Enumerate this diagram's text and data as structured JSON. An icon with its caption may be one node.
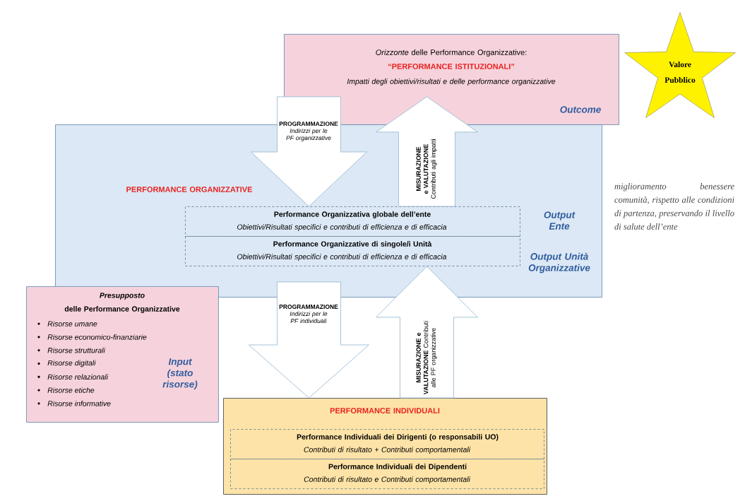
{
  "diagram": {
    "nodes": [
      {
        "text": [
          "*Orizzonte* delle Performance Organizzative:",
          "“PERFORMANCE ISTITUZIONALI”",
          "Impatti degli obiettivi/risultati e delle performance organizzative",
          "Outcome"
        ]
      },
      {
        "text": [
          "PERFORMANCE ORGANIZZATIVE"
        ]
      },
      {
        "text": [
          "Performance Organizzativa globale dell’ente",
          "Obiettivi/Risultati specifici e contributi di efficienza e di efficacia"
        ],
        "in": 1,
        "beside": [
          "Output Ente"
        ]
      },
      {
        "text": [
          "Performance Organizzative di singole/i Unità",
          "Obiettivi/Risultati specifici e contributi di efficienza e di efficacia"
        ],
        "in": 1,
        "beside": [
          "Output Unità Organizzative"
        ]
      },
      {
        "text": [
          "Presupposto",
          "delle Performance Organizzative",
          "Risorse umane",
          "Risorse economico-finanziarie",
          "Risorse strutturali",
          "Risorse digitali",
          "Risorse relazionali",
          "Risorse etiche",
          "Risorse informative",
          "Input (stato risorse)"
        ]
      },
      {
        "text": [
          "PERFORMANCE INDIVIDUALI"
        ]
      },
      {
        "text": [
          "Performance Individuali dei Dirigenti (o responsabili UO)",
          "Contributi di risultato + Contributi comportamentali"
        ],
        "in": 5
      },
      {
        "text": [
          "Performance Individuali dei Dipendenti",
          "Contributi di risultato e Contributi comportamentali"
        ],
        "in": 5
      },
      {
        "text": [
          "Valore Pubblico"
        ]
      }
    ],
    "edges": [
      {
        "from": 0,
        "to": 2,
        "arrow": "to",
        "label": "**PROGRAMMAZIONE** *Indirizzi per le PF organizzative*"
      },
      {
        "from": 2,
        "to": 0,
        "arrow": "to",
        "label": "**MISURAZIONE e VALUTAZIONE** Contributi agli impatti"
      },
      {
        "from": 3,
        "to": 5,
        "arrow": "to",
        "label": "**PROGRAMMAZIONE** *Indirizzi per le PF individuali*"
      },
      {
        "from": 5,
        "to": 3,
        "arrow": "to",
        "label": "**MISURAZIONE e VALUTAZIONE** Contributi alle PF organizzative"
      }
    ],
    "labels": [
      "miglioramento benessere comunità, rispetto alle condizioni di partenza, preservando il livello di salute dell’ente"
    ]
  }
}
